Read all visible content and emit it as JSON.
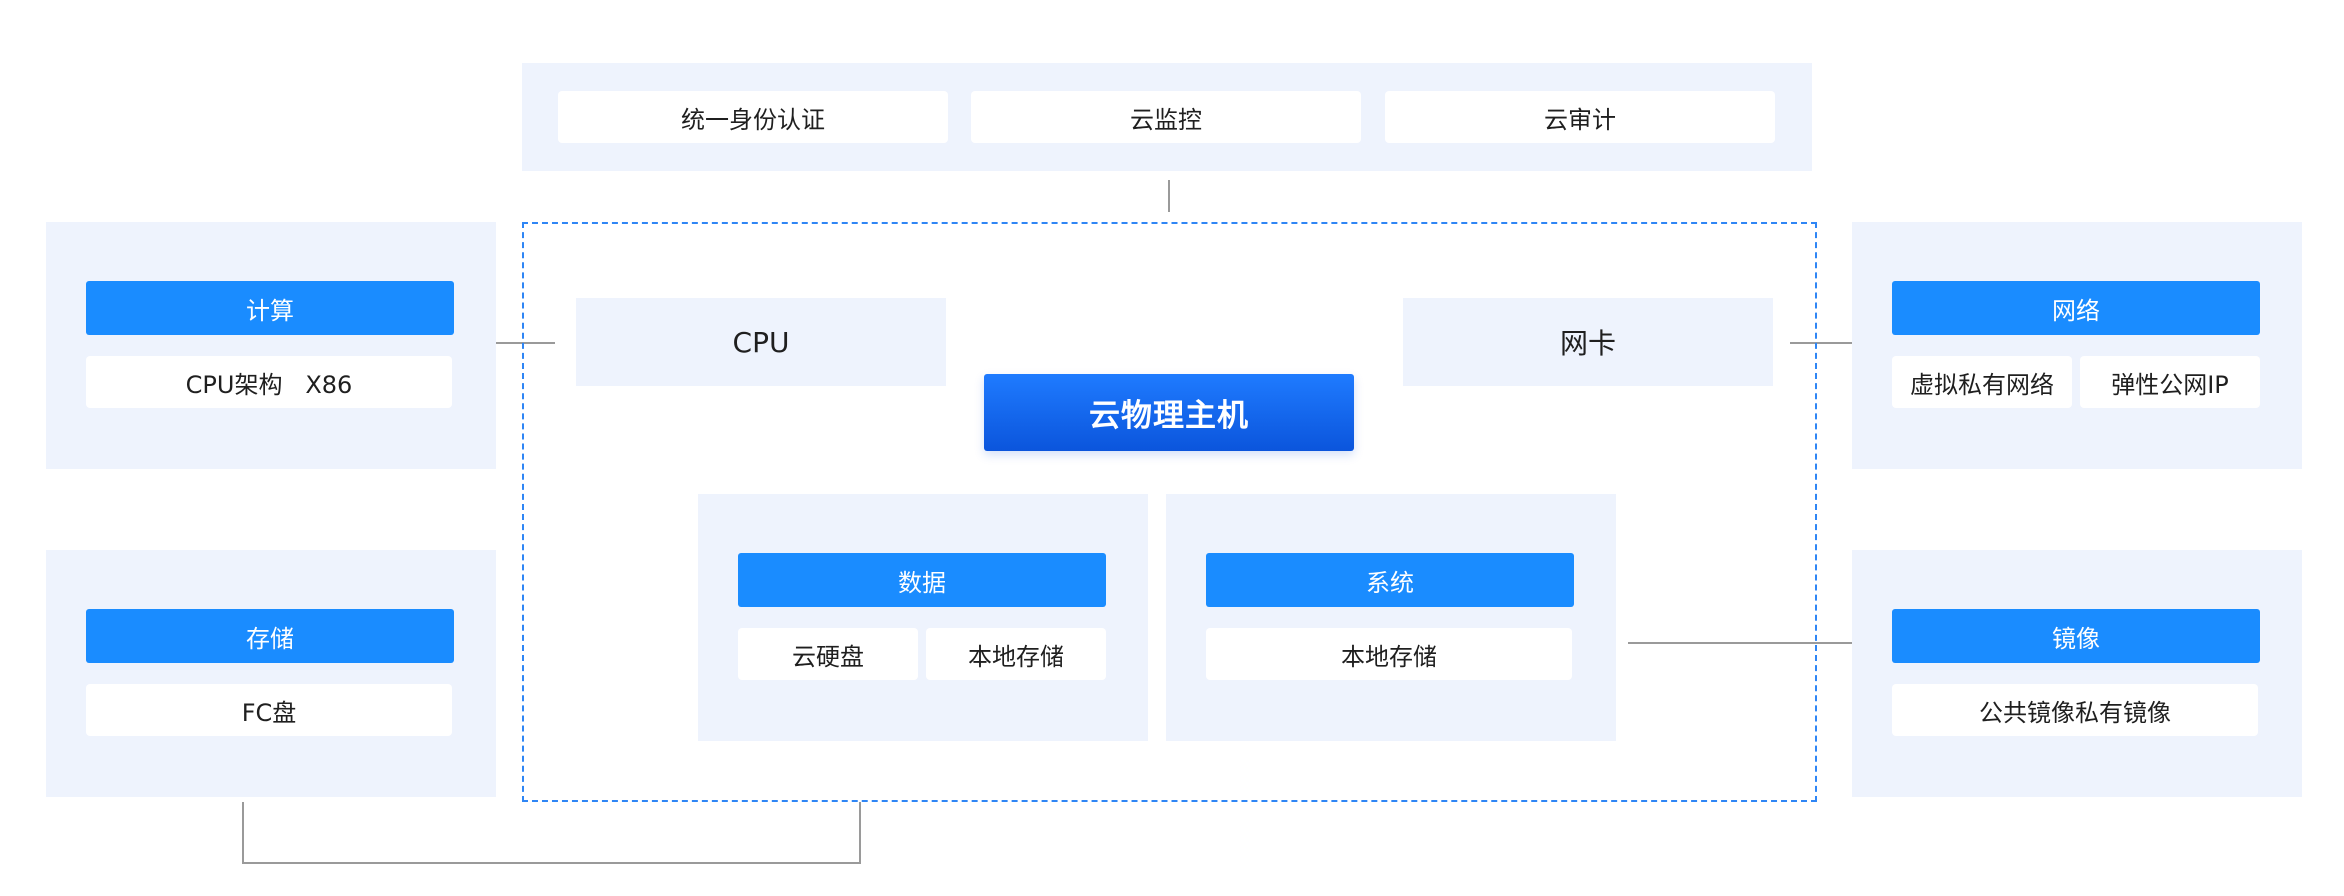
{
  "top_services": [
    "统一身份认证",
    "云监控",
    "云审计"
  ],
  "hub": {
    "label": "云物理主机"
  },
  "center": {
    "cpu": "CPU",
    "nic": "网卡"
  },
  "data_module": {
    "title": "数据",
    "items": [
      "云硬盘",
      "本地存储"
    ]
  },
  "system_module": {
    "title": "系统",
    "items": [
      "本地存储"
    ]
  },
  "compute": {
    "title": "计算",
    "items": [
      "CPU架构   X86"
    ]
  },
  "storage": {
    "title": "存储",
    "items": [
      "FC盘"
    ]
  },
  "network": {
    "title": "网络",
    "items": [
      "虚拟私有网络",
      "弹性公网IP"
    ]
  },
  "image": {
    "title": "镜像",
    "items": [
      "公共镜像私有镜像"
    ]
  },
  "colors": {
    "panel_bg": "#eef3fd",
    "accent_blue": "#1a8cff",
    "hub_gradient_top": "#1f7bff",
    "hub_gradient_bottom": "#0b55dc",
    "dashed_border": "#2f86f5",
    "connector_gray": "#9a9a9a"
  }
}
